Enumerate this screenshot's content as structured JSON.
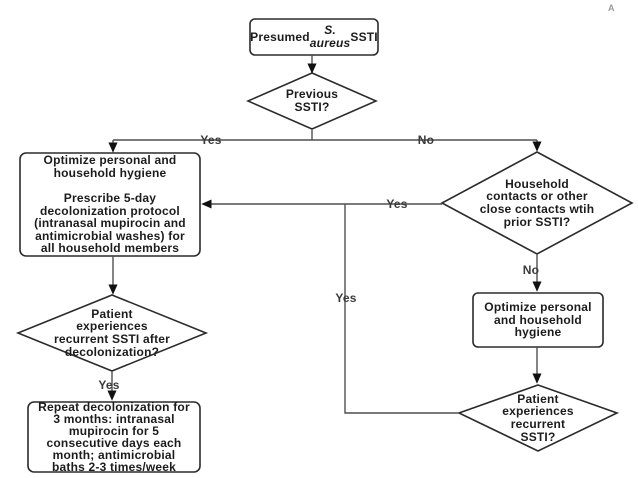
{
  "watermark": "A",
  "nodes": {
    "presumed": {
      "prefix": "Presumed ",
      "species": "S.\naureus",
      "suffix": " SSTI"
    },
    "previous_ssti": "Previous\nSSTI?",
    "decolonization_protocol": "Optimize personal and\nhousehold hygiene\n\nPrescribe 5-day\ndecolonization protocol\n(intranasal mupirocin and\nantimicrobial washes) for\nall household members",
    "recurrent_after_decolonization": "Patient\nexperiences\nrecurrent SSTI after\ndecolonization?",
    "repeat_decolonization": "Repeat decolonization for\n3 months: intranasal\nmupirocin for 5\nconsecutive days each\nmonth; antimicrobial\nbaths 2-3 times/week",
    "household_contacts": "Household\ncontacts or other\nclose contacts wtih\nprior SSTI?",
    "optimize_hygiene": "Optimize personal\nand household\nhygiene",
    "recurrent_ssti": "Patient\nexperiences\nrecurrent\nSSTI?"
  },
  "edge_labels": {
    "previous_yes": "Yes",
    "previous_no": "No",
    "household_yes": "Yes",
    "household_no": "No",
    "recurrent_after_yes": "Yes",
    "recurrent_loop_yes": "Yes"
  },
  "colors": {
    "shape_border": "#2b2b2b",
    "connector": "#4f4f4f",
    "arrowhead": "#111111",
    "text": "#1c1c1c",
    "background": "#ffffff"
  }
}
